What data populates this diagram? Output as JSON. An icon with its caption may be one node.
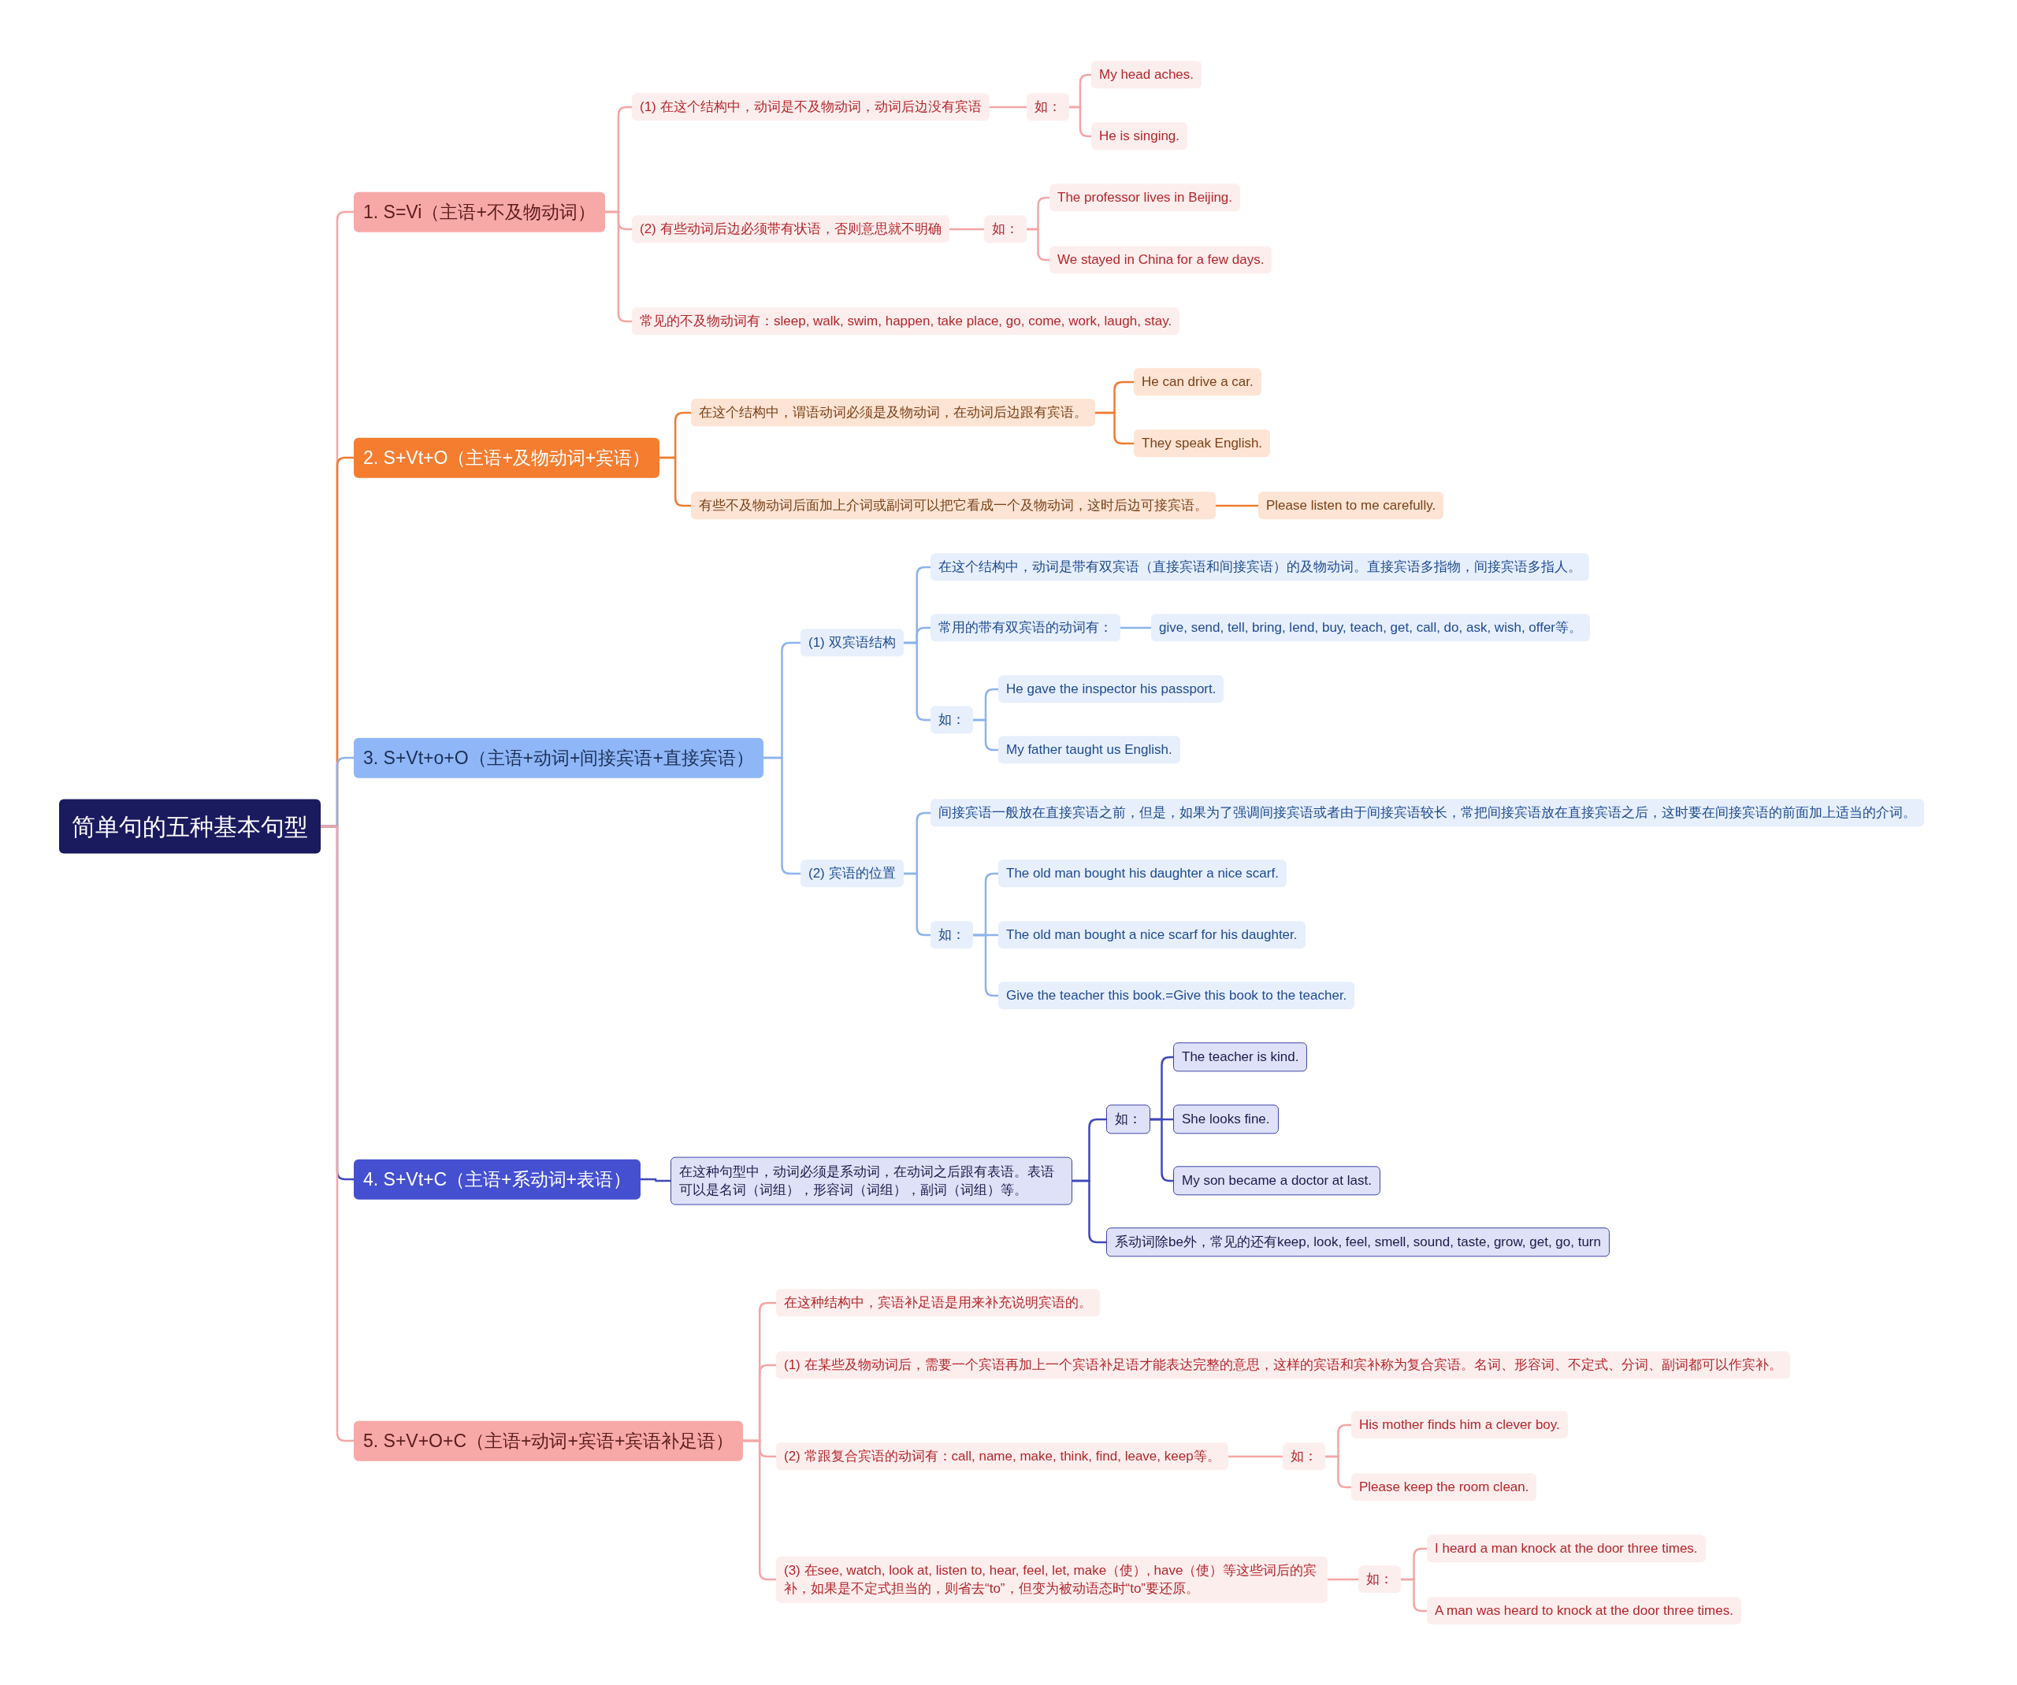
{
  "diagram": {
    "nodes": [
      {
        "text": [
          "简单句的五种基本句型"
        ]
      },
      {
        "text": [
          "1. S=Vi（主语+不及物动词）"
        ]
      },
      {
        "text": [
          "(1) 在这个结构中，动词是不及物动词，动词后边没有宾语"
        ]
      },
      {
        "text": [
          "如："
        ]
      },
      {
        "text": [
          "My head aches."
        ]
      },
      {
        "text": [
          "He is singing."
        ]
      },
      {
        "text": [
          "(2) 有些动词后边必须带有状语，否则意思就不明确"
        ]
      },
      {
        "text": [
          "如："
        ]
      },
      {
        "text": [
          "The professor lives in Beijing."
        ]
      },
      {
        "text": [
          "We stayed in China for a few days."
        ]
      },
      {
        "text": [
          "常见的不及物动词有：sleep, walk, swim, happen, take place, go, come, work, laugh, stay."
        ]
      },
      {
        "text": [
          "2. S+Vt+O（主语+及物动词+宾语）"
        ]
      },
      {
        "text": [
          "在这个结构中，谓语动词必须是及物动词，在动词后边跟有宾语。"
        ]
      },
      {
        "text": [
          "He can drive a car."
        ]
      },
      {
        "text": [
          "They speak English."
        ]
      },
      {
        "text": [
          "有些不及物动词后面加上介词或副词可以把它看成一个及物动词，这时后边可接宾语。"
        ]
      },
      {
        "text": [
          "Please listen to me carefully."
        ]
      },
      {
        "text": [
          "3. S+Vt+o+O（主语+动词+间接宾语+直接宾语）"
        ]
      },
      {
        "text": [
          "(1) 双宾语结构"
        ]
      },
      {
        "text": [
          "在这个结构中，动词是带有双宾语（直接宾语和间接宾语）的及物动词。直接宾语多指物，间接宾语多指人。"
        ]
      },
      {
        "text": [
          "常用的带有双宾语的动词有："
        ]
      },
      {
        "text": [
          "give, send, tell, bring, lend, buy, teach, get, call, do, ask, wish, offer等。"
        ]
      },
      {
        "text": [
          "如："
        ]
      },
      {
        "text": [
          "He gave the inspector his passport."
        ]
      },
      {
        "text": [
          "My father taught us English."
        ]
      },
      {
        "text": [
          "(2) 宾语的位置"
        ]
      },
      {
        "text": [
          "间接宾语一般放在直接宾语之前，但是，如果为了强调间接宾语或者由于间接宾语较长，常把间接宾语放在直接宾语之后，这时要在间接宾语的前面加上适当的介词。"
        ]
      },
      {
        "text": [
          "如："
        ]
      },
      {
        "text": [
          "The old man bought his daughter a nice scarf."
        ]
      },
      {
        "text": [
          "The old man bought a nice scarf for his daughter."
        ]
      },
      {
        "text": [
          "Give the teacher this book.=Give this book to the teacher."
        ]
      },
      {
        "text": [
          "4. S+Vt+C（主语+系动词+表语）"
        ]
      },
      {
        "text": [
          "在这种句型中，动词必须是系动词，在动词之后跟有表语。表语可以是名词（词组），形容词（词组），副词（词组）等。"
        ]
      },
      {
        "text": [
          "如："
        ]
      },
      {
        "text": [
          "The teacher is kind."
        ]
      },
      {
        "text": [
          "She looks fine."
        ]
      },
      {
        "text": [
          "My son became a doctor at last."
        ]
      },
      {
        "text": [
          "系动词除be外，常见的还有keep, look, feel, smell, sound, taste, grow, get, go, turn"
        ]
      },
      {
        "text": [
          "5. S+V+O+C（主语+动词+宾语+宾语补足语）"
        ]
      },
      {
        "text": [
          "在这种结构中，宾语补足语是用来补充说明宾语的。"
        ]
      },
      {
        "text": [
          "(1) 在某些及物动词后，需要一个宾语再加上一个宾语补足语才能表达完整的意思，这样的宾语和宾补称为复合宾语。名词、形容词、不定式、分词、副词都可以作宾补。"
        ]
      },
      {
        "text": [
          "(2) 常跟复合宾语的动词有：call, name, make, think, find, leave, keep等。"
        ]
      },
      {
        "text": [
          "如："
        ]
      },
      {
        "text": [
          "His mother finds him a clever boy."
        ]
      },
      {
        "text": [
          "Please keep the room clean."
        ]
      },
      {
        "text": [
          "(3) 在see, watch, look at, listen to, hear, feel, let, make（使）, have（使）等这些词后的宾补，如果是不定式担当的，则省去“to”，但变为被动语态时“to”要还原。"
        ]
      },
      {
        "text": [
          "如："
        ]
      },
      {
        "text": [
          "I heard a man knock at the door three times."
        ]
      },
      {
        "text": [
          "A man was heard to knock at the door three times."
        ]
      }
    ],
    "edges": [
      {
        "from": 0,
        "to": 1,
        "arrow": "none"
      },
      {
        "from": 1,
        "to": 2,
        "arrow": "none"
      },
      {
        "from": 2,
        "to": 3,
        "arrow": "none"
      },
      {
        "from": 3,
        "to": 4,
        "arrow": "none"
      },
      {
        "from": 3,
        "to": 5,
        "arrow": "none"
      },
      {
        "from": 1,
        "to": 6,
        "arrow": "none"
      },
      {
        "from": 6,
        "to": 7,
        "arrow": "none"
      },
      {
        "from": 7,
        "to": 8,
        "arrow": "none"
      },
      {
        "from": 7,
        "to": 9,
        "arrow": "none"
      },
      {
        "from": 1,
        "to": 10,
        "arrow": "none"
      },
      {
        "from": 0,
        "to": 11,
        "arrow": "none",
        "color": "#f07c30"
      },
      {
        "from": 11,
        "to": 12,
        "arrow": "none",
        "color": "#f07c30"
      },
      {
        "from": 12,
        "to": 13,
        "arrow": "none",
        "color": "#f07c30"
      },
      {
        "from": 12,
        "to": 14,
        "arrow": "none",
        "color": "#f07c30"
      },
      {
        "from": 11,
        "to": 15,
        "arrow": "none",
        "color": "#f07c30"
      },
      {
        "from": 15,
        "to": 16,
        "arrow": "none",
        "color": "#f07c30"
      },
      {
        "from": 0,
        "to": 17,
        "arrow": "none",
        "color": "#8db3ec"
      },
      {
        "from": 17,
        "to": 18,
        "arrow": "none",
        "color": "#8db3ec"
      },
      {
        "from": 18,
        "to": 19,
        "arrow": "none",
        "color": "#8db3ec"
      },
      {
        "from": 18,
        "to": 20,
        "arrow": "none",
        "color": "#8db3ec"
      },
      {
        "from": 20,
        "to": 21,
        "arrow": "none",
        "color": "#8db3ec"
      },
      {
        "from": 18,
        "to": 22,
        "arrow": "none",
        "color": "#8db3ec"
      },
      {
        "from": 22,
        "to": 23,
        "arrow": "none",
        "color": "#8db3ec"
      },
      {
        "from": 22,
        "to": 24,
        "arrow": "none",
        "color": "#8db3ec"
      },
      {
        "from": 17,
        "to": 25,
        "arrow": "none",
        "color": "#8db3ec"
      },
      {
        "from": 25,
        "to": 26,
        "arrow": "none",
        "color": "#8db3ec"
      },
      {
        "from": 25,
        "to": 27,
        "arrow": "none",
        "color": "#8db3ec"
      },
      {
        "from": 27,
        "to": 28,
        "arrow": "none",
        "color": "#8db3ec"
      },
      {
        "from": 27,
        "to": 29,
        "arrow": "none",
        "color": "#8db3ec"
      },
      {
        "from": 27,
        "to": 30,
        "arrow": "none",
        "color": "#8db3ec"
      },
      {
        "from": 0,
        "to": 31,
        "arrow": "none",
        "color": "#3f48b8"
      },
      {
        "from": 31,
        "to": 32,
        "arrow": "none",
        "color": "#3f48b8"
      },
      {
        "from": 32,
        "to": 33,
        "arrow": "none",
        "color": "#3f48b8"
      },
      {
        "from": 33,
        "to": 34,
        "arrow": "none",
        "color": "#3f48b8"
      },
      {
        "from": 33,
        "to": 35,
        "arrow": "none",
        "color": "#3f48b8"
      },
      {
        "from": 33,
        "to": 36,
        "arrow": "none",
        "color": "#3f48b8"
      },
      {
        "from": 32,
        "to": 37,
        "arrow": "none",
        "color": "#3f48b8"
      },
      {
        "from": 0,
        "to": 38,
        "arrow": "none"
      },
      {
        "from": 38,
        "to": 39,
        "arrow": "none"
      },
      {
        "from": 38,
        "to": 40,
        "arrow": "none"
      },
      {
        "from": 38,
        "to": 41,
        "arrow": "none"
      },
      {
        "from": 41,
        "to": 42,
        "arrow": "none"
      },
      {
        "from": 42,
        "to": 43,
        "arrow": "none"
      },
      {
        "from": 42,
        "to": 44,
        "arrow": "none"
      },
      {
        "from": 38,
        "to": 45,
        "arrow": "none"
      },
      {
        "from": 45,
        "to": 46,
        "arrow": "none"
      },
      {
        "from": 46,
        "to": 47,
        "arrow": "none"
      },
      {
        "from": 46,
        "to": 48,
        "arrow": "none"
      }
    ]
  }
}
